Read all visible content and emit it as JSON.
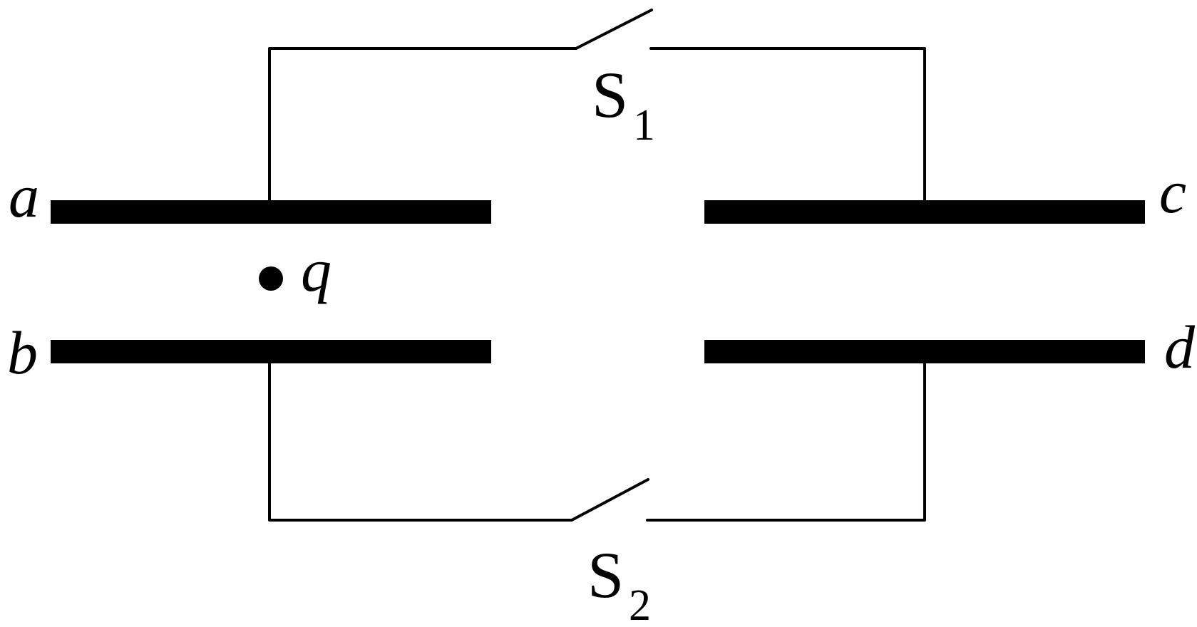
{
  "plates": {
    "a": {
      "label": "a"
    },
    "b": {
      "label": "b"
    },
    "c": {
      "label": "c"
    },
    "d": {
      "label": "d"
    }
  },
  "charge": {
    "label": "q"
  },
  "switches": {
    "s1": {
      "letter": "S",
      "subscript": "1",
      "state": "open"
    },
    "s2": {
      "letter": "S",
      "subscript": "2",
      "state": "open"
    }
  },
  "colors": {
    "ink": "#000000",
    "background": "#ffffff"
  }
}
